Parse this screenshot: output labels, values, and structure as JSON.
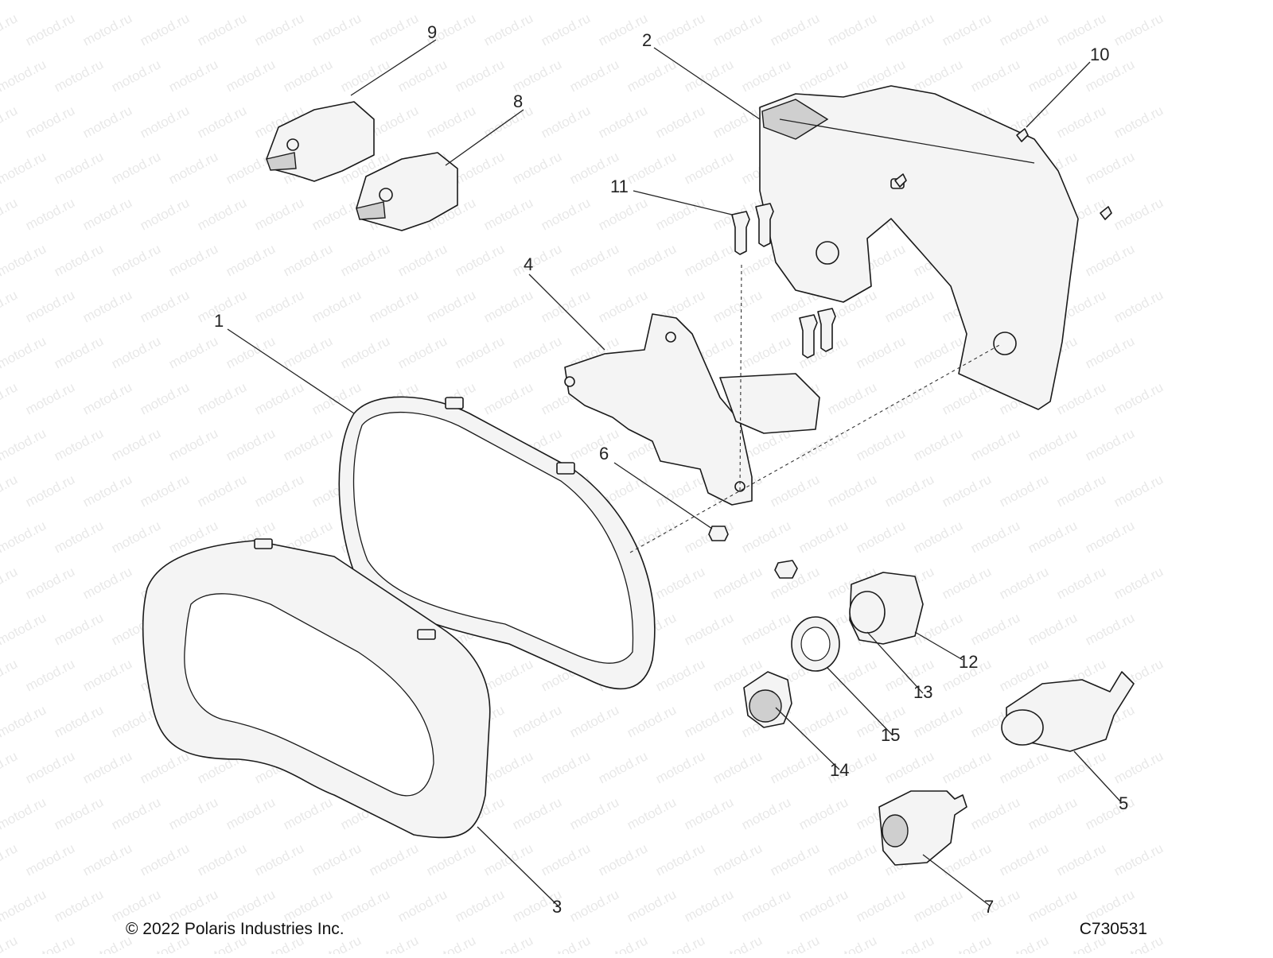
{
  "watermark_text": "motod.ru",
  "copyright": "© 2022 Polaris Industries Inc.",
  "diagram_id": "C730531",
  "callouts": [
    "1",
    "2",
    "3",
    "4",
    "5",
    "6",
    "7",
    "8",
    "9",
    "10",
    "11",
    "12",
    "13",
    "14",
    "15"
  ]
}
